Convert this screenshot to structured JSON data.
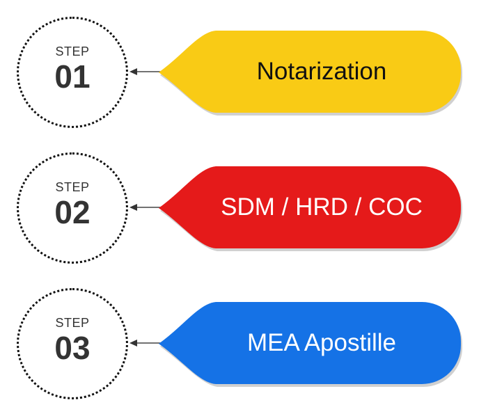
{
  "steps": [
    {
      "word": "STEP",
      "number": "01",
      "label": "Notarization",
      "color": "#F9CB15",
      "text_color": "#111111"
    },
    {
      "word": "STEP",
      "number": "02",
      "label": "SDM / HRD / COC",
      "color": "#E51A1A",
      "text_color": "#FFFFFF"
    },
    {
      "word": "STEP",
      "number": "03",
      "label": "MEA Apostille",
      "color": "#1572E6",
      "text_color": "#FFFFFF"
    }
  ],
  "colors": {
    "outline": "#111111",
    "step_text": "#333333",
    "shadow": "#D0D0D0"
  }
}
